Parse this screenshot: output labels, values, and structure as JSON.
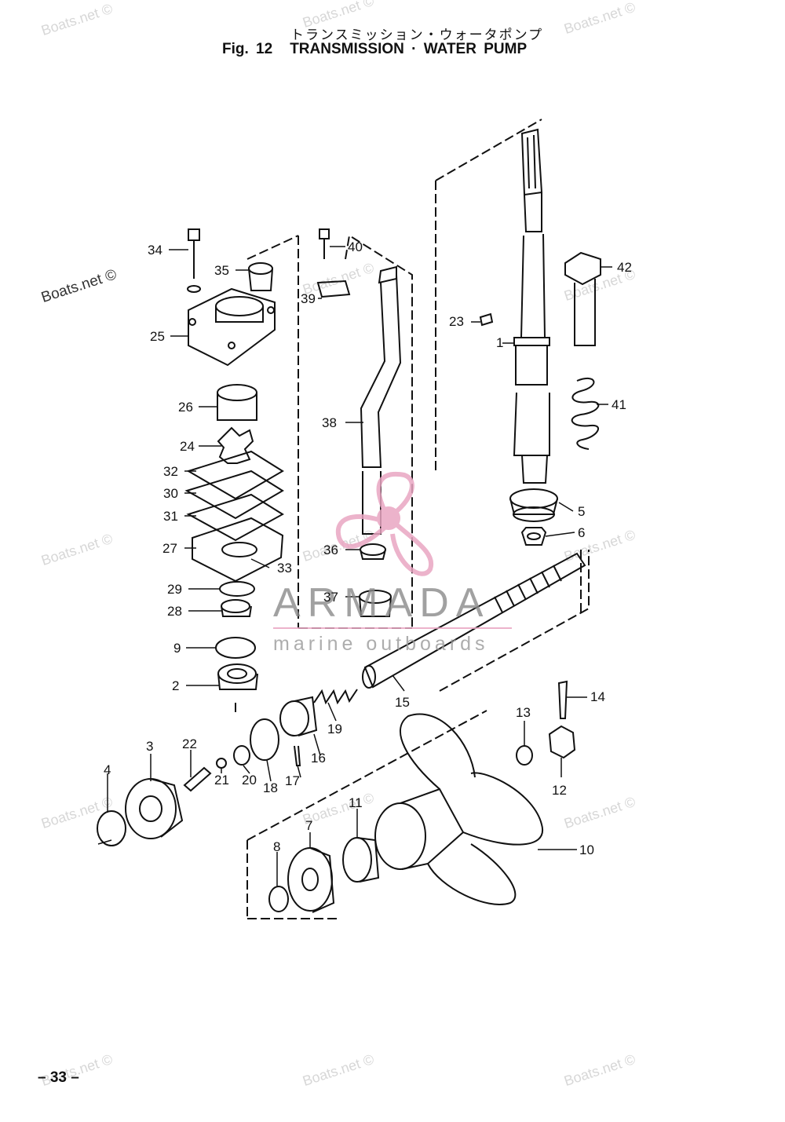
{
  "header": {
    "title_japanese": "トランスミッション・ウォータポンプ",
    "figure_number": "Fig. 12",
    "title": "TRANSMISSION · WATER PUMP"
  },
  "page_number": "– 33 –",
  "watermark": {
    "text": "Boats.net ©"
  },
  "logo": {
    "brand": "ARMADA",
    "tagline": "marine outboards",
    "color": "#e9a6c2"
  },
  "part_callouts": [
    "1",
    "2",
    "3",
    "4",
    "5",
    "6",
    "7",
    "8",
    "9",
    "10",
    "11",
    "12",
    "13",
    "14",
    "15",
    "16",
    "17",
    "18",
    "19",
    "20",
    "21",
    "22",
    "23",
    "24",
    "25",
    "26",
    "27",
    "28",
    "29",
    "30",
    "31",
    "32",
    "33",
    "34",
    "35",
    "36",
    "37",
    "38",
    "39",
    "40",
    "41",
    "42"
  ],
  "colors": {
    "ink": "#111111",
    "watermark": "#d7d7d7"
  }
}
